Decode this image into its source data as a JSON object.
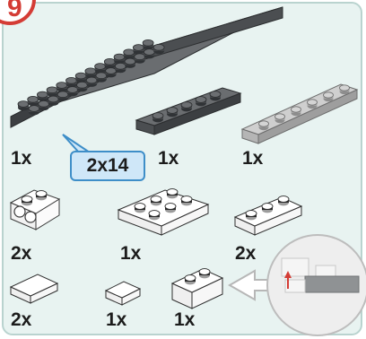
{
  "step": {
    "number": "9"
  },
  "callout": {
    "size_label": "2x14"
  },
  "parts": [
    {
      "qty": "1x",
      "part": "plate-2x14",
      "color": "#5a5d5f"
    },
    {
      "qty": "1x",
      "part": "plate-1x6",
      "color": "#5a5d5f"
    },
    {
      "qty": "1x",
      "part": "plate-1x6",
      "color": "#c8c8c8"
    },
    {
      "qty": "2x",
      "part": "brick-1x2-with-holes",
      "color": "#ffffff"
    },
    {
      "qty": "1x",
      "part": "plate-2x3",
      "color": "#ffffff"
    },
    {
      "qty": "2x",
      "part": "plate-1x3",
      "color": "#ffffff"
    },
    {
      "qty": "2x",
      "part": "tile-1x2",
      "color": "#ffffff"
    },
    {
      "qty": "1x",
      "part": "tile-1x1",
      "color": "#ffffff"
    },
    {
      "qty": "1x",
      "part": "brick-1x2",
      "color": "#ffffff"
    }
  ],
  "inset": {
    "arrow": "pointer-arrow",
    "detail": "magnified-assembly-detail"
  }
}
